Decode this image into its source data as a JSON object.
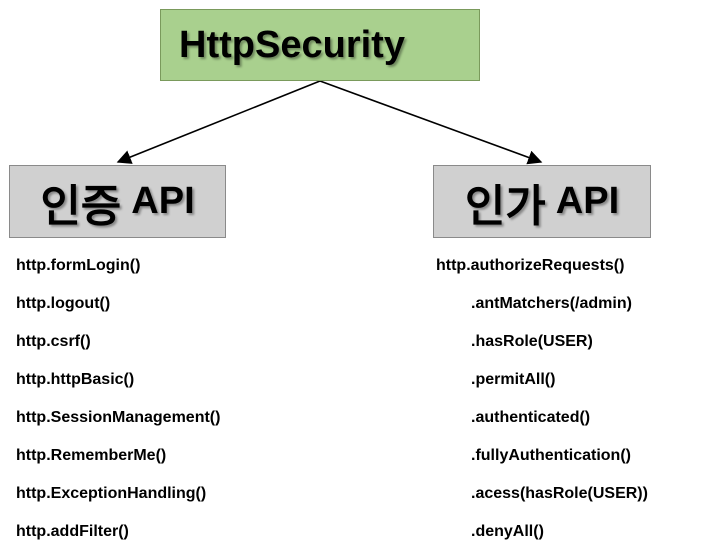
{
  "colors": {
    "root_fill": "#a9d08e",
    "category_fill": "#d0d0d0",
    "line": "#000000"
  },
  "root": {
    "label": "HttpSecurity"
  },
  "authentication": {
    "title": "인증",
    "suffix": "API",
    "methods": [
      "http.formLogin()",
      "http.logout()",
      "http.csrf()",
      "http.httpBasic()",
      "http.SessionManagement()",
      "http.RememberMe()",
      "http.ExceptionHandling()",
      "http.addFilter()"
    ]
  },
  "authorization": {
    "title": "인가",
    "suffix": "API",
    "entry": "http.authorizeRequests()",
    "methods": [
      ".antMatchers(/admin)",
      ".hasRole(USER)",
      ".permitAll()",
      ".authenticated()",
      ".fullyAuthentication()",
      ".acess(hasRole(USER))",
      ".denyAll()"
    ]
  }
}
